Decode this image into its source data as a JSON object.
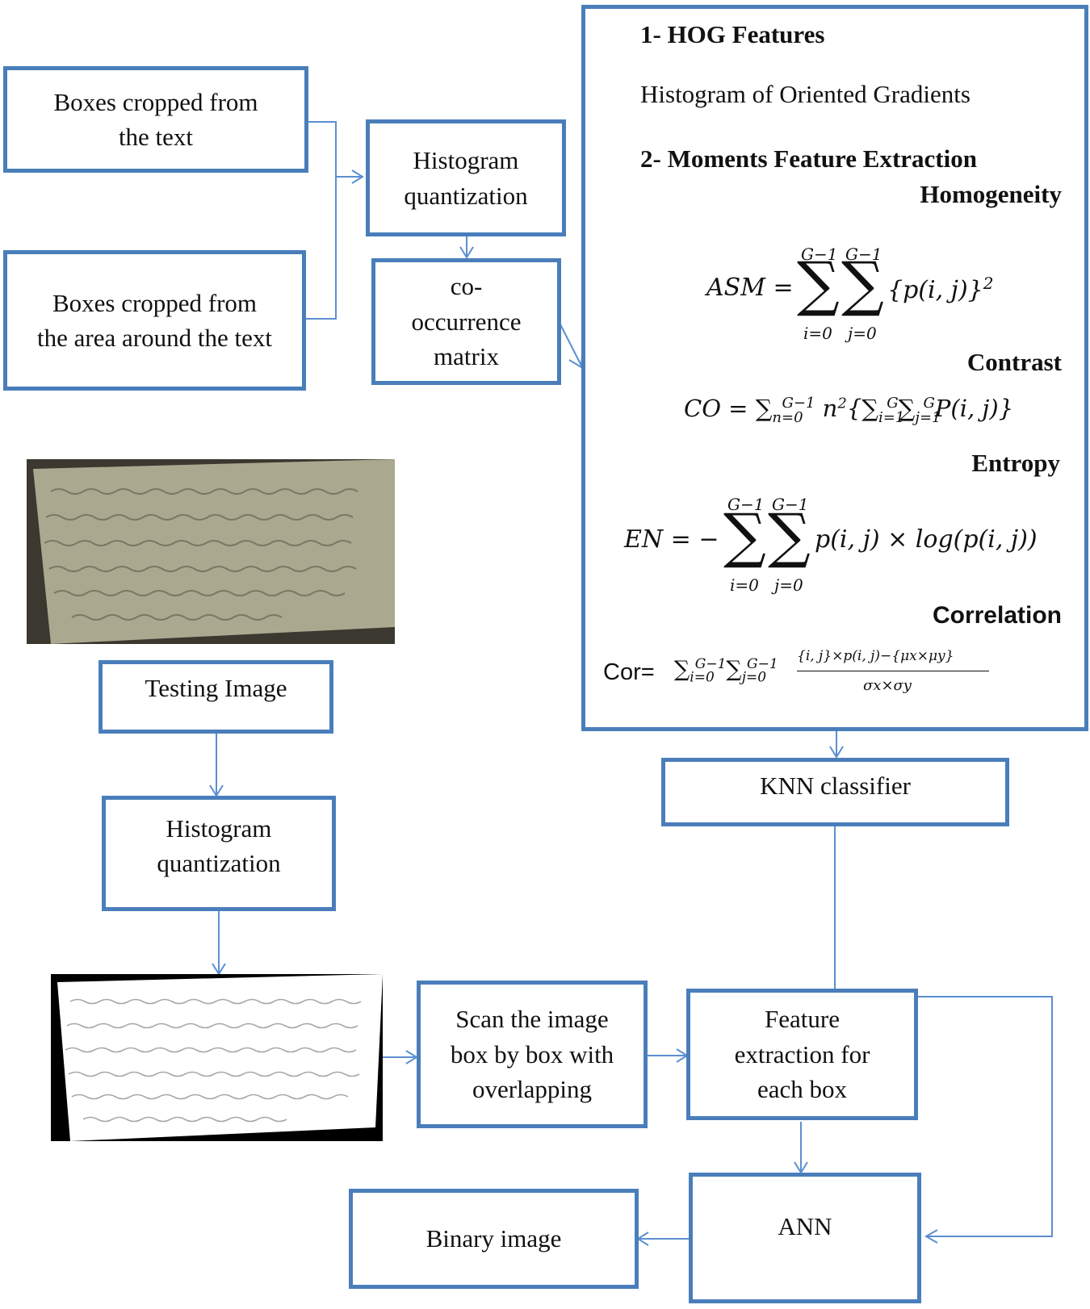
{
  "boxes": {
    "crop_text": [
      "Boxes cropped from",
      "the text"
    ],
    "crop_around": [
      "Boxes cropped from",
      "the area around the text"
    ],
    "hist_top": [
      "Histogram",
      "quantization"
    ],
    "cooc": [
      "co-",
      "occurrence",
      "matrix"
    ],
    "testing": [
      "Testing Image"
    ],
    "hist_bottom": [
      "Histogram",
      "quantization"
    ],
    "scan": [
      "Scan the image",
      "box by box with",
      "overlapping"
    ],
    "feature": [
      "Feature",
      "extraction for",
      "each box"
    ],
    "knn": [
      "KNN classifier"
    ],
    "ann": [
      "ANN"
    ],
    "binary": [
      "Binary image"
    ]
  },
  "features": {
    "hog_title": "1- HOG  Features",
    "hog_desc": "Histogram of Oriented Gradients",
    "moments_title": "2-  Moments Feature Extraction",
    "homogeneity": "Homogeneity",
    "asm_lhs": "ASM =",
    "asm_body": "{p(i, j)}",
    "contrast": "Contrast",
    "co_formula": "CO = Σ",
    "entropy": "Entropy",
    "en_lhs": "EN = −",
    "en_body": "p(i, j) × log(p(i, j))",
    "correlation": "Correlation",
    "cor_lhs": "Cor=",
    "cor_num": "{i, j}×p(i, j)−{μx×μy}",
    "cor_den": "σx×σy"
  },
  "colors": {
    "box_border": "#4a7ebb",
    "arrow": "#5b8fd0",
    "paper": "#aaa88f"
  }
}
